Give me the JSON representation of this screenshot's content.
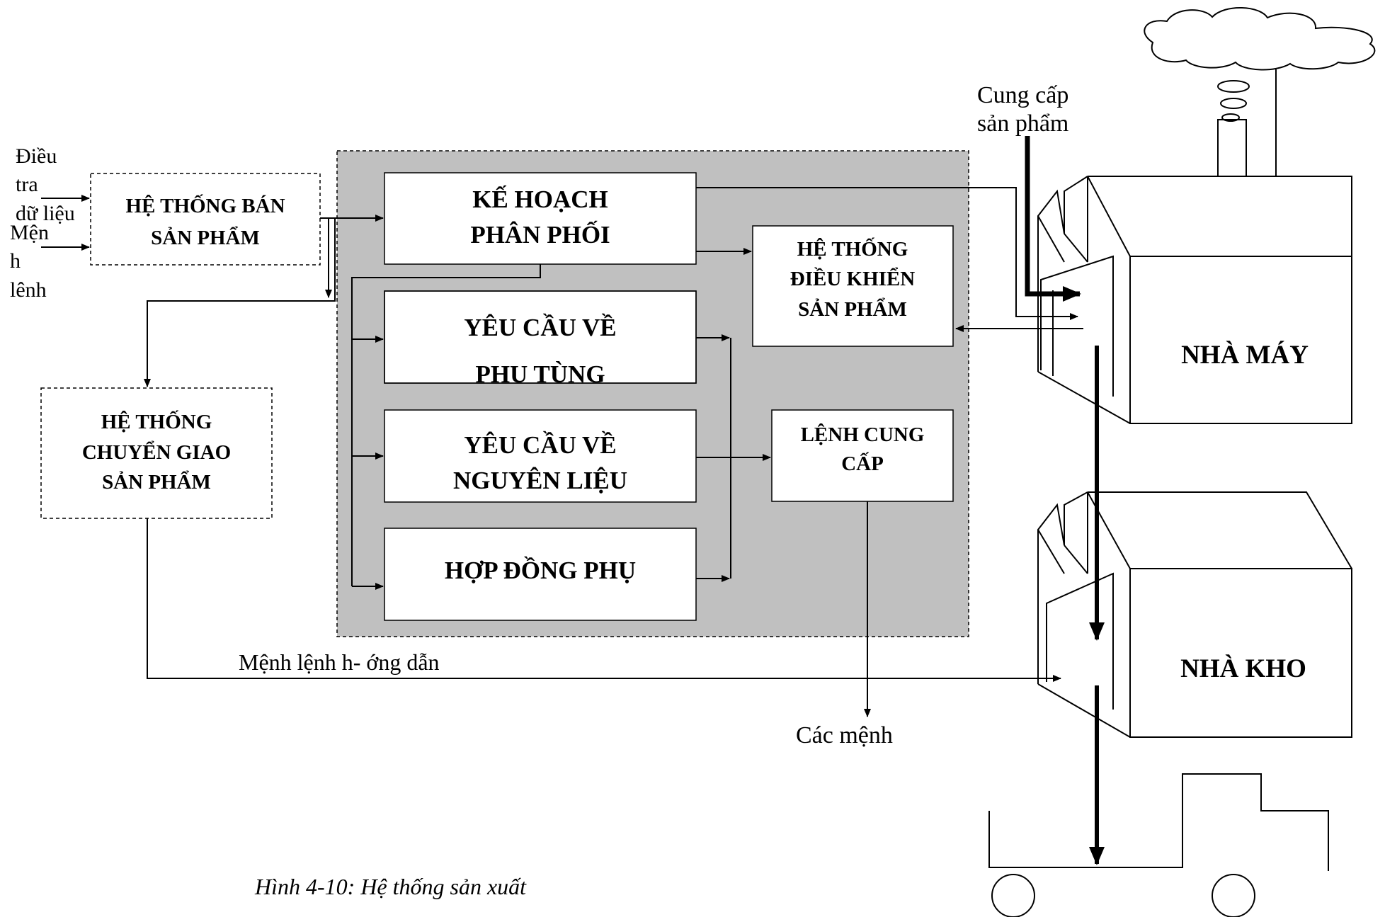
{
  "inputs": {
    "survey_l1": "Điều",
    "survey_l2": "tra",
    "survey_l3": "dữ liệu",
    "command_l1": "Mện",
    "command_l2": "h",
    "command_l3": "lệnh"
  },
  "sales_system": {
    "line1": "HỆ THỐNG BÁN",
    "line2": "SẢN PHẨM"
  },
  "delivery_system": {
    "line1": "HỆ THỐNG",
    "line2": "CHUYỂN GIAO",
    "line3": "SẢN PHẨM"
  },
  "distribution_plan": {
    "line1": "KẾ HOẠCH",
    "line2": "PHÂN PHỐI"
  },
  "parts_request": {
    "line1": "YÊU CẦU VỀ",
    "line2": "PHỤ TÙNG"
  },
  "material_request": {
    "line1": "YÊU CẦU VỀ",
    "line2": "NGUYÊN LIỆU"
  },
  "subcontract": {
    "line1": "HỢP ĐỒNG PHỤ"
  },
  "control_system": {
    "line1": "HỆ THỐNG",
    "line2": "ĐIỀU KHIỂN",
    "line3": "SẢN PHẨM"
  },
  "supply_order": {
    "line1": "LỆNH CUNG",
    "line2": "CẤP"
  },
  "supply_product": {
    "line1": "Cung cấp",
    "line2": "sản phẩm"
  },
  "factory": {
    "label": "NHÀ MÁY"
  },
  "warehouse": {
    "label": "NHÀ KHO"
  },
  "guide_command": {
    "label": "Mệnh lệnh h- ớng dẫn"
  },
  "commands_out": {
    "label": "Các mệnh"
  },
  "caption": {
    "text": "Hình 4-10: Hệ thống sản xuất"
  }
}
